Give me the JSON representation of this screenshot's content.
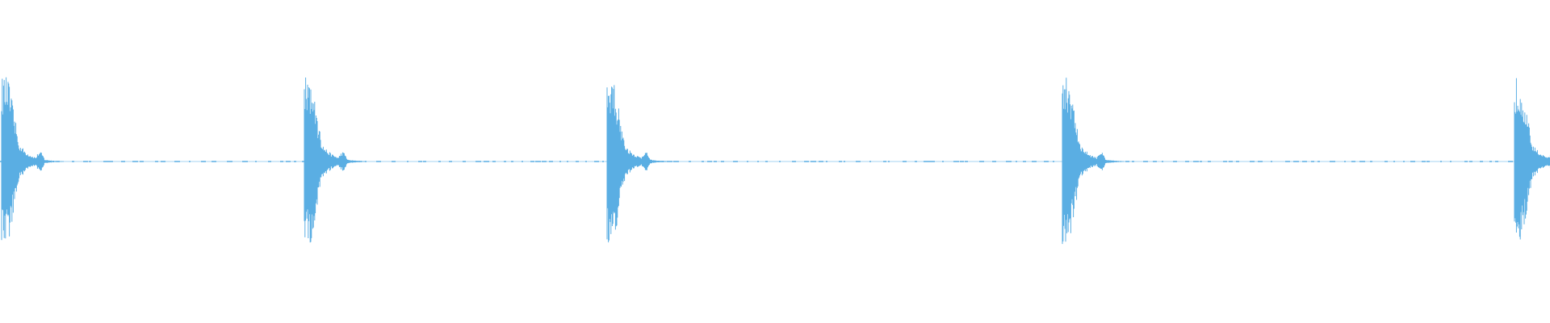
{
  "waveform": {
    "color": "#5aaee3",
    "background": "#ffffff",
    "amplitude_peak": 1.0,
    "transients": [
      {
        "time_fraction": 0.0,
        "peak": 1.0,
        "decay": "short"
      },
      {
        "time_fraction": 0.196,
        "peak": 1.0,
        "decay": "short"
      },
      {
        "time_fraction": 0.392,
        "peak": 1.0,
        "decay": "short"
      },
      {
        "time_fraction": 0.687,
        "peak": 1.0,
        "decay": "short"
      },
      {
        "time_fraction": 0.98,
        "peak": 1.0,
        "decay": "short"
      }
    ]
  }
}
